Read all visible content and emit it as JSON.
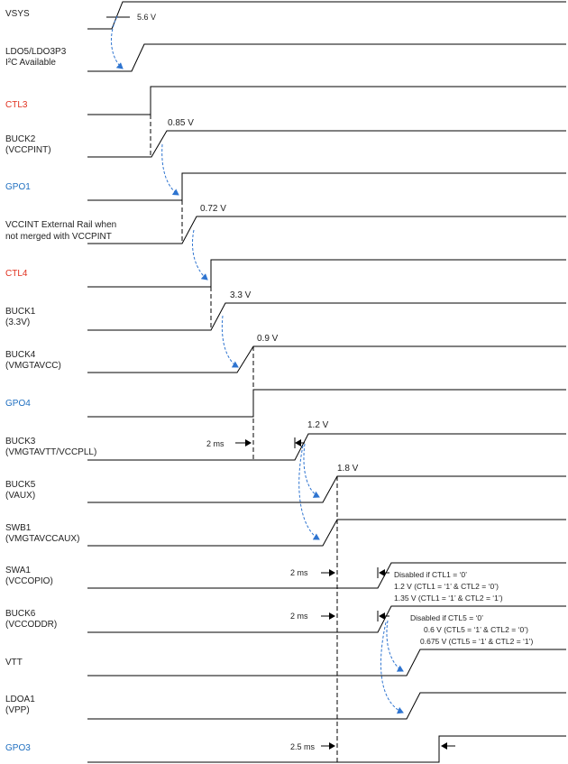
{
  "colors": {
    "wave": "#000000",
    "arrow": "#2e74d0",
    "red_label": "#e0301e",
    "blue_label": "#1f6fc0",
    "black_label": "#222222"
  },
  "signals": [
    {
      "id": "vsys",
      "line1": "VSYS",
      "line2": "",
      "color": "black"
    },
    {
      "id": "ldo5",
      "line1": "LDO5/LDO3P3",
      "line2": "I²C Available",
      "color": "black"
    },
    {
      "id": "ctl3",
      "line1": "CTL3",
      "line2": "",
      "color": "red"
    },
    {
      "id": "buck2",
      "line1": "BUCK2",
      "line2": "(VCCPINT)",
      "color": "black"
    },
    {
      "id": "gpo1",
      "line1": "GPO1",
      "line2": "",
      "color": "blue"
    },
    {
      "id": "vccint",
      "line1": "VCCINT External Rail when",
      "line2": "not merged with VCCPINT",
      "color": "black"
    },
    {
      "id": "ctl4",
      "line1": "CTL4",
      "line2": "",
      "color": "red"
    },
    {
      "id": "buck1",
      "line1": "BUCK1",
      "line2": "(3.3V)",
      "color": "black"
    },
    {
      "id": "buck4",
      "line1": "BUCK4",
      "line2": "(VMGTAVCC)",
      "color": "black"
    },
    {
      "id": "gpo4",
      "line1": "GPO4",
      "line2": "",
      "color": "blue"
    },
    {
      "id": "buck3",
      "line1": "BUCK3",
      "line2": "(VMGTAVTT/VCCPLL)",
      "color": "black"
    },
    {
      "id": "buck5",
      "line1": "BUCK5",
      "line2": "(VAUX)",
      "color": "black"
    },
    {
      "id": "swb1",
      "line1": "SWB1",
      "line2": "(VMGTAVCCAUX)",
      "color": "black"
    },
    {
      "id": "swa1",
      "line1": "SWA1",
      "line2": "(VCCOPIO)",
      "color": "black"
    },
    {
      "id": "buck6",
      "line1": "BUCK6",
      "line2": "(VCCODDR)",
      "color": "black"
    },
    {
      "id": "vtt",
      "line1": "VTT",
      "line2": "",
      "color": "black"
    },
    {
      "id": "ldoa1",
      "line1": "LDOA1",
      "line2": "(VPP)",
      "color": "black"
    },
    {
      "id": "gpo3",
      "line1": "GPO3",
      "line2": "",
      "color": "blue"
    }
  ],
  "voltages": [
    {
      "id": "vsys_th",
      "text": "5.6 V"
    },
    {
      "id": "buck2_v",
      "text": "0.85 V"
    },
    {
      "id": "vccint_v",
      "text": "0.72 V"
    },
    {
      "id": "buck1_v",
      "text": "3.3 V"
    },
    {
      "id": "buck4_v",
      "text": "0.9 V"
    },
    {
      "id": "buck3_v",
      "text": "1.2 V"
    },
    {
      "id": "buck5_v",
      "text": "1.8 V"
    }
  ],
  "delays": [
    {
      "id": "d_buck3",
      "text": "2 ms"
    },
    {
      "id": "d_swa1",
      "text": "2 ms"
    },
    {
      "id": "d_buck6",
      "text": "2 ms"
    },
    {
      "id": "d_gpo3",
      "text": "2.5 ms"
    }
  ],
  "notes": {
    "swa1": [
      "Disabled if CTL1 = ‘0’",
      "1.2 V (CTL1 = ‘1’ & CTL2 = ‘0’)",
      "1.35 V (CTL1 = ‘1’ & CTL2 = ‘1’)"
    ],
    "buck6": [
      "Disabled if CTL5 = ‘0’",
      "0.6 V (CTL5 = ‘1’ & CTL2 = ‘0’)",
      "0.675 V (CTL5 = ‘1’ & CTL2 = ‘1’)"
    ]
  }
}
